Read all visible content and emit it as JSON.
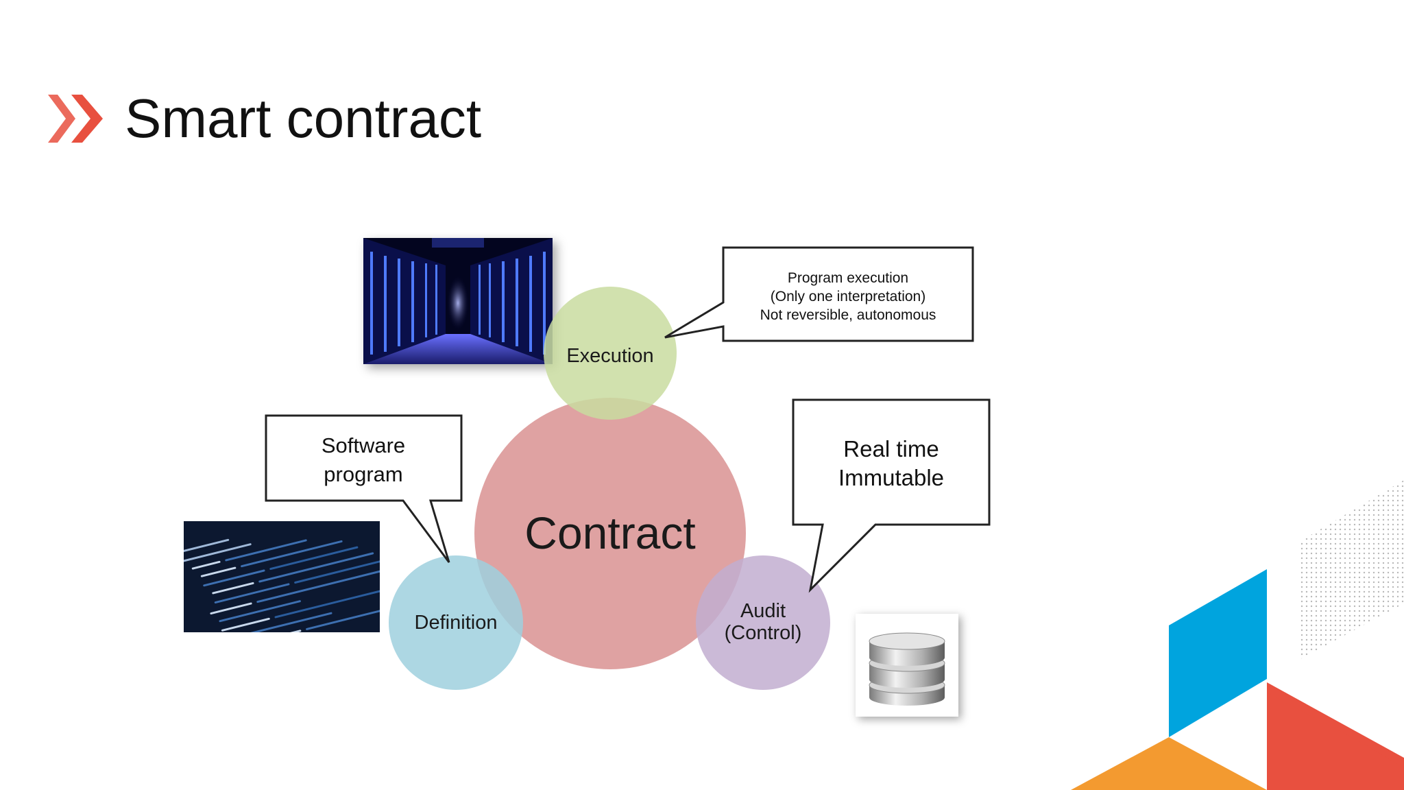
{
  "slide": {
    "title": "Smart contract",
    "accent_colors": {
      "chevron": "#e8503f",
      "blue": "#00a4de",
      "red": "#e8503f",
      "orange": "#f39a30"
    }
  },
  "diagram": {
    "center_label": "Contract",
    "nodes": [
      {
        "id": "execution",
        "label": "Execution",
        "color": "#c9dca0"
      },
      {
        "id": "definition",
        "label": "Definition",
        "color": "#9fd0de"
      },
      {
        "id": "audit",
        "label_line1": "Audit",
        "label_line2": "(Control)",
        "color": "#c2aed0"
      }
    ],
    "center_color": "#dc9a9a",
    "callouts": {
      "execution": {
        "line1": "Program execution",
        "line2": "(Only one interpretation)",
        "line3": "Not reversible, autonomous"
      },
      "definition": {
        "line1": "Software",
        "line2": "program"
      },
      "audit": {
        "line1": "Real time",
        "line2": "Immutable"
      }
    },
    "images": {
      "execution": "server-room-photo",
      "definition": "source-code-photo",
      "audit": "database-icon"
    }
  }
}
